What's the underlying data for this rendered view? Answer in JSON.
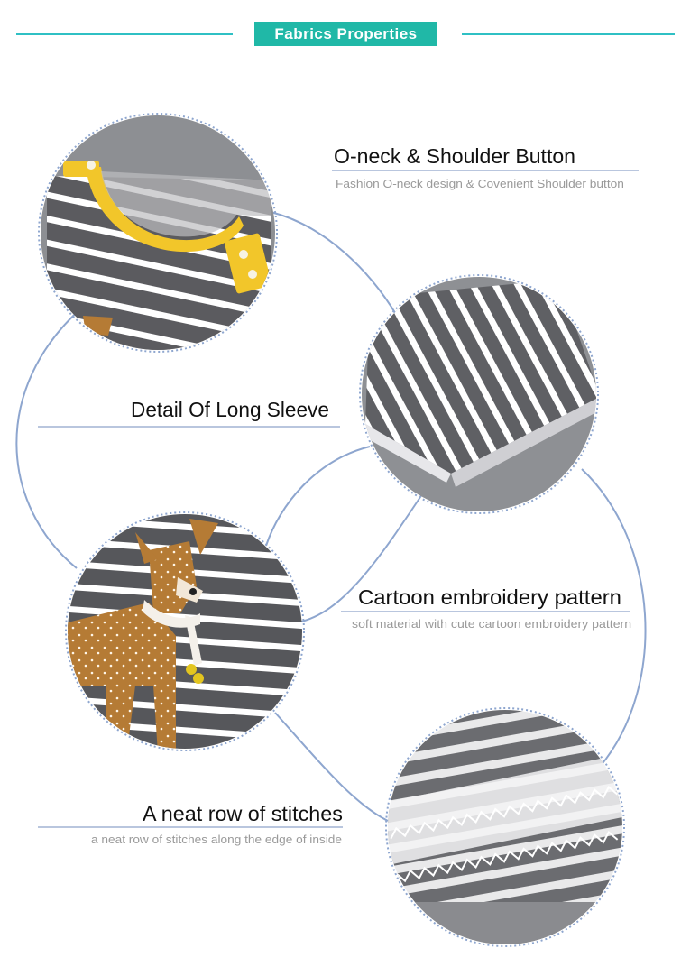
{
  "header": {
    "title": "Fabrics Properties"
  },
  "features": [
    {
      "title": "O-neck & Shoulder Button",
      "subtitle": "Fashion  O-neck design & Covenient Shoulder button"
    },
    {
      "title": "Detail Of Long Sleeve",
      "subtitle": ""
    },
    {
      "title": "Cartoon embroidery pattern",
      "subtitle": "soft  material with cute cartoon embroidery pattern"
    },
    {
      "title": "A neat row of stitches",
      "subtitle": "a neat row of stitches along the edge of inside"
    }
  ],
  "colors": {
    "accent": "#20b8a7",
    "header_line": "#2fc0c4",
    "connector": "#8ea6cf",
    "stripe_dark": "#5b5b5f",
    "stripe_light": "#ffffff",
    "trim_yellow": "#f2c62a"
  },
  "photos": [
    {
      "name": "photo-oneck-shoulder-button",
      "icon": "striped-shirt-collar"
    },
    {
      "name": "photo-long-sleeve-detail",
      "icon": "striped-sleeve-cuff"
    },
    {
      "name": "photo-cartoon-embroidery",
      "icon": "deer-embroidery"
    },
    {
      "name": "photo-stitches-detail",
      "icon": "overlock-stitches"
    }
  ]
}
